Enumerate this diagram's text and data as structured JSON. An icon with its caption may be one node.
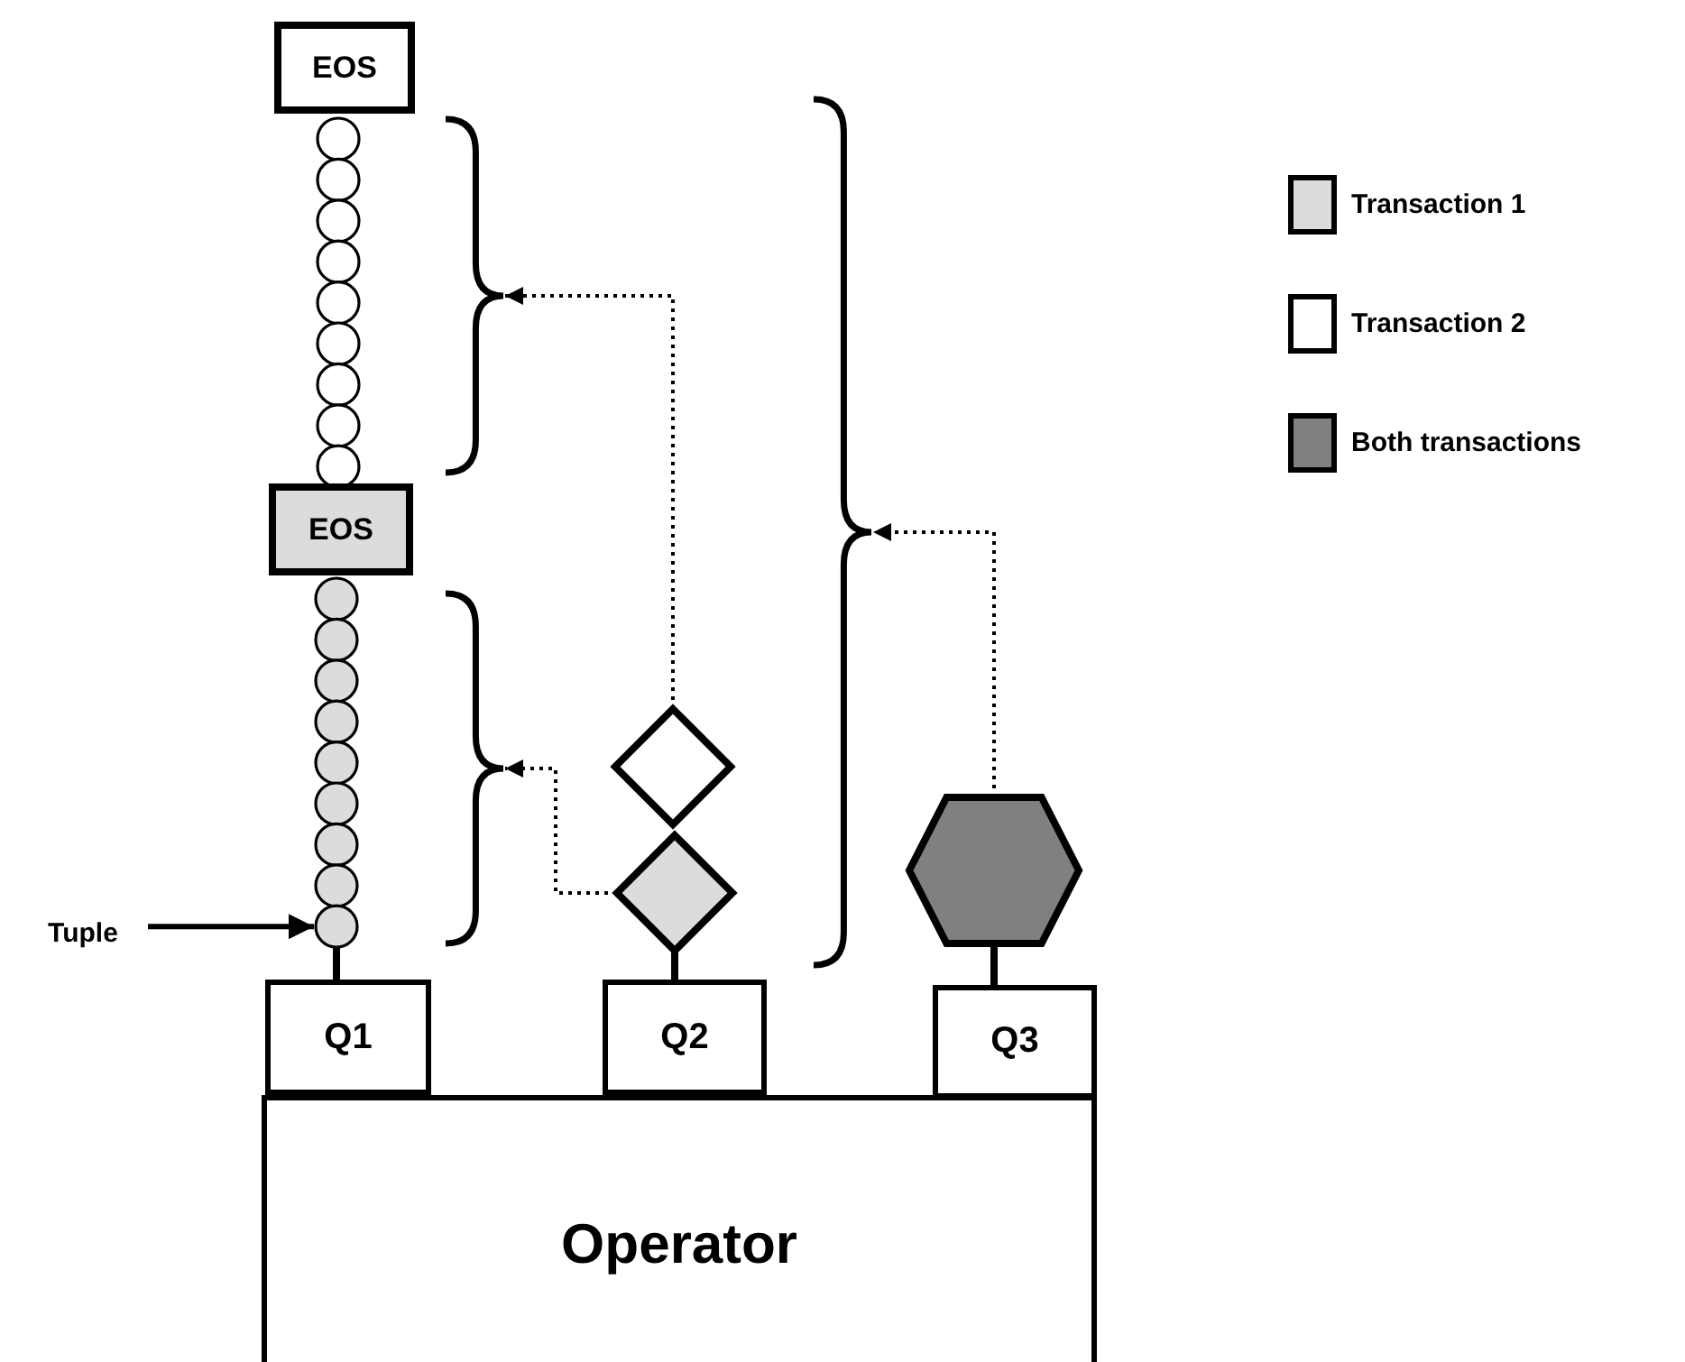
{
  "diagram": {
    "nodes": [
      {
        "text": [
          "EOS"
        ]
      },
      {
        "text": [],
        "shape": "circle"
      },
      {
        "text": [],
        "shape": "circle"
      },
      {
        "text": [],
        "shape": "circle"
      },
      {
        "text": [],
        "shape": "circle"
      },
      {
        "text": [],
        "shape": "circle"
      },
      {
        "text": [],
        "shape": "circle"
      },
      {
        "text": [],
        "shape": "circle"
      },
      {
        "text": [],
        "shape": "circle"
      },
      {
        "text": [],
        "shape": "circle"
      },
      {
        "text": [
          "EOS"
        ]
      },
      {
        "text": [],
        "shape": "circle"
      },
      {
        "text": [],
        "shape": "circle"
      },
      {
        "text": [],
        "shape": "circle"
      },
      {
        "text": [],
        "shape": "circle"
      },
      {
        "text": [],
        "shape": "circle"
      },
      {
        "text": [],
        "shape": "circle"
      },
      {
        "text": [],
        "shape": "circle"
      },
      {
        "text": [],
        "shape": "circle"
      },
      {
        "text": [],
        "shape": "circle"
      },
      {
        "text": [],
        "shape": "brace"
      },
      {
        "text": [],
        "shape": "brace"
      },
      {
        "text": [],
        "shape": "brace"
      },
      {
        "text": [],
        "shape": "diamond"
      },
      {
        "text": [],
        "shape": "diamond"
      },
      {
        "text": [],
        "shape": "hexagon"
      },
      {
        "text": [
          "Tuple"
        ]
      },
      {
        "text": [
          "Q1"
        ]
      },
      {
        "text": [
          "Q2"
        ]
      },
      {
        "text": [
          "Q3"
        ]
      },
      {
        "text": [
          "Operator"
        ]
      }
    ],
    "edges": [
      {
        "from": 26,
        "to": 19,
        "arrow": "to"
      },
      {
        "from": 19,
        "to": 27,
        "arrow": "none"
      },
      {
        "from": 24,
        "to": 28,
        "arrow": "none"
      },
      {
        "from": 25,
        "to": 29,
        "arrow": "none"
      },
      {
        "from": 23,
        "to": 20,
        "arrow": "to",
        "style": "dashed"
      },
      {
        "from": 24,
        "to": 22,
        "arrow": "to",
        "style": "dashed"
      },
      {
        "from": 25,
        "to": 21,
        "arrow": "to",
        "style": "dashed"
      }
    ],
    "legend": [
      {
        "text": "Transaction 1",
        "color": "#dcdcdc"
      },
      {
        "text": "Transaction 2",
        "color": "#ffffff"
      },
      {
        "text": "Both transactions",
        "color": "#808080"
      }
    ]
  }
}
